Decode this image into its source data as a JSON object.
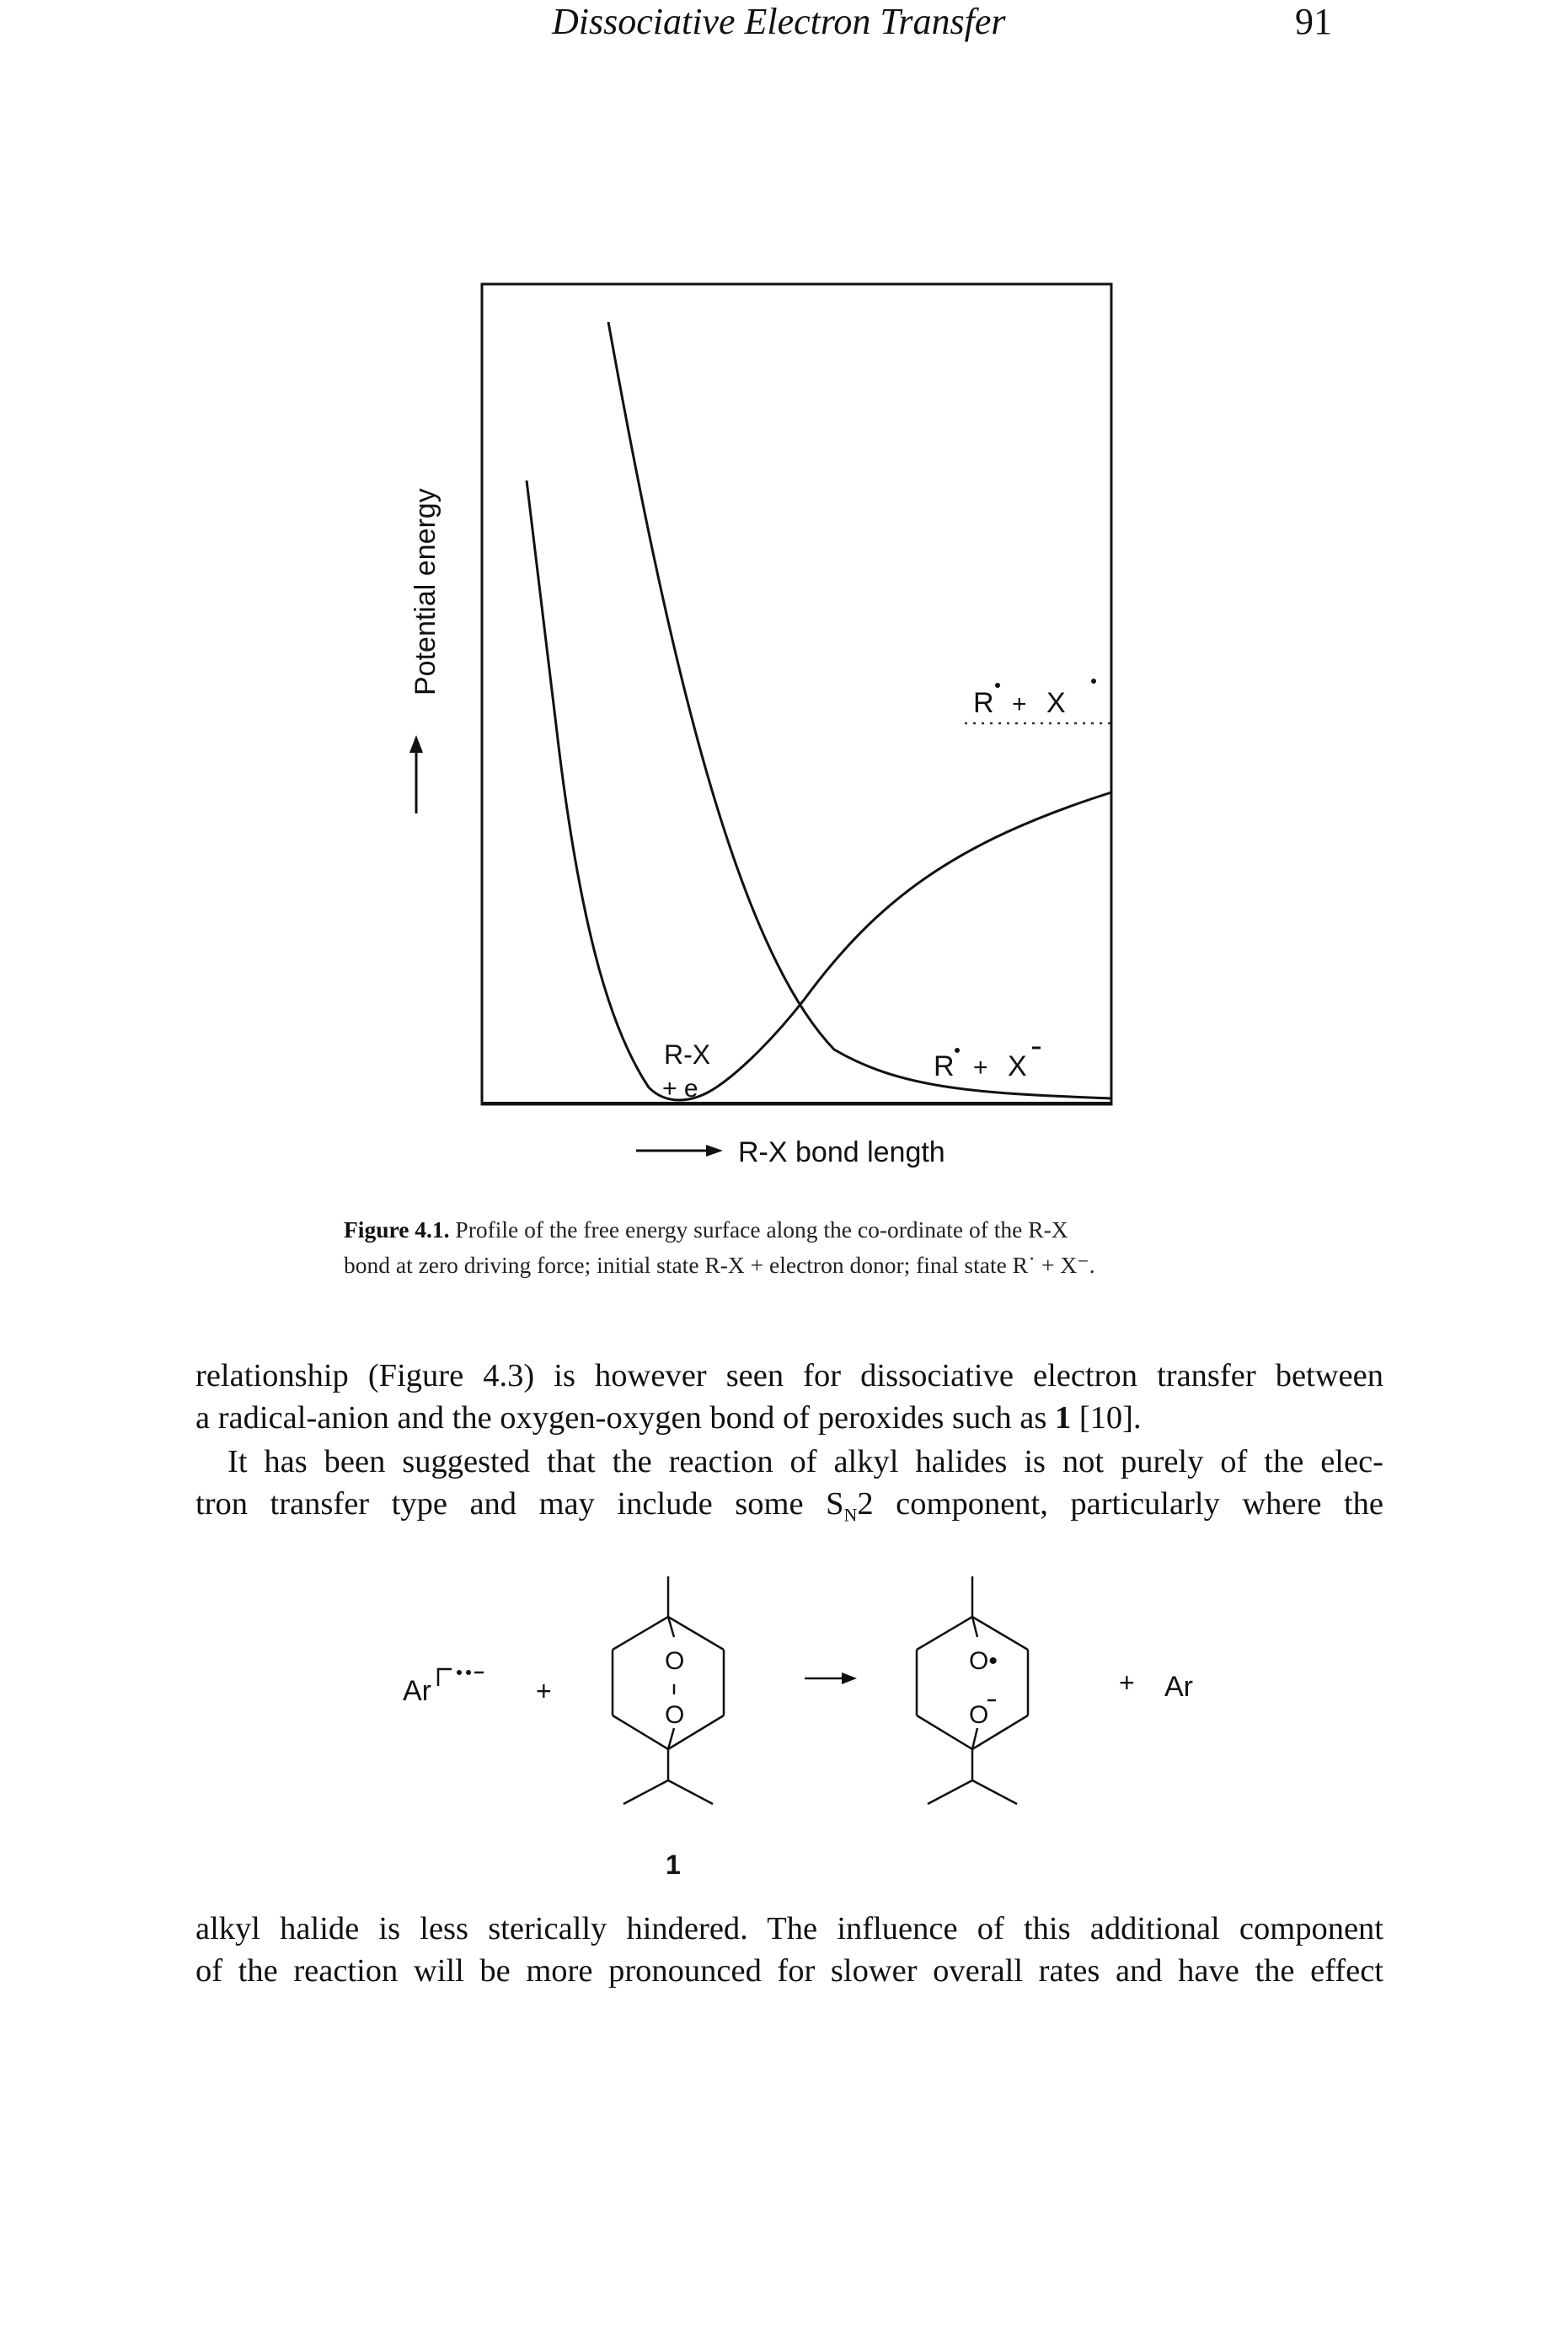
{
  "header": {
    "running_title": "Dissociative Electron Transfer",
    "page_number": "91"
  },
  "figure": {
    "y_axis_label": "Potential energy",
    "x_axis_label": "R-X bond length",
    "labels": {
      "upper_asymptote_R": "R",
      "upper_asymptote_plus": "+",
      "upper_asymptote_X": "X",
      "lower_state_R": "R",
      "lower_state_plus": "+",
      "lower_state_X": "X",
      "initial_RX": "R-X",
      "initial_e": "+ e"
    },
    "caption": {
      "label": "Figure 4.1.",
      "line1": "Profile of the free energy surface along the co-ordinate of the R-X",
      "line2": "bond at zero driving force; initial state R-X + electron donor; final state R˙ + X⁻."
    }
  },
  "paragraphs": {
    "p1_line1": "relationship (Figure 4.3) is however seen for dissociative electron transfer between",
    "p1_line2": "a radical-anion and the oxygen-oxygen bond of peroxides such as",
    "p1_bold_ref": "1",
    "p1_line2_end": "[10].",
    "p2_line1": "It has been suggested that the reaction of alkyl halides is not purely of the elec-",
    "p2_line2_start": "tron transfer type and may include some S",
    "p2_sub": "N",
    "p2_line2_end": "2 component, particularly where the",
    "p3_line1": "alkyl halide is less sterically hindered. The influence of this additional component",
    "p3_line2": "of the reaction will be more pronounced for slower overall rates and have the effect"
  },
  "scheme": {
    "reactant_ar": "Ar",
    "plus1": "+",
    "o_top": "O",
    "o_bottom": "O",
    "o_radical": "O•",
    "o_anion": "O",
    "plus2": "+",
    "product_ar": "Ar",
    "compound_number": "1"
  }
}
